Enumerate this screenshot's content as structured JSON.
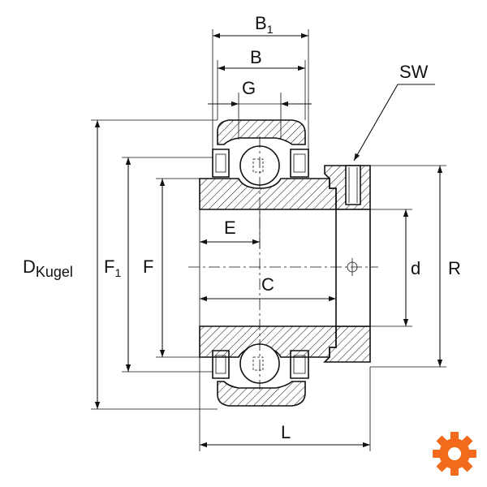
{
  "labels": {
    "b1": "B",
    "b1_sub": "1",
    "b": "B",
    "g": "G",
    "sw": "SW",
    "d_kugel": "D",
    "d_kugel_sub": "Kugel",
    "f1": "F",
    "f1_sub": "1",
    "f": "F",
    "e": "E",
    "c": "C",
    "d": "d",
    "r": "R",
    "l": "L"
  },
  "colors": {
    "line": "#111111",
    "background": "#ffffff",
    "logo": "#f26a1b"
  },
  "logo_icon": "gear-icon"
}
